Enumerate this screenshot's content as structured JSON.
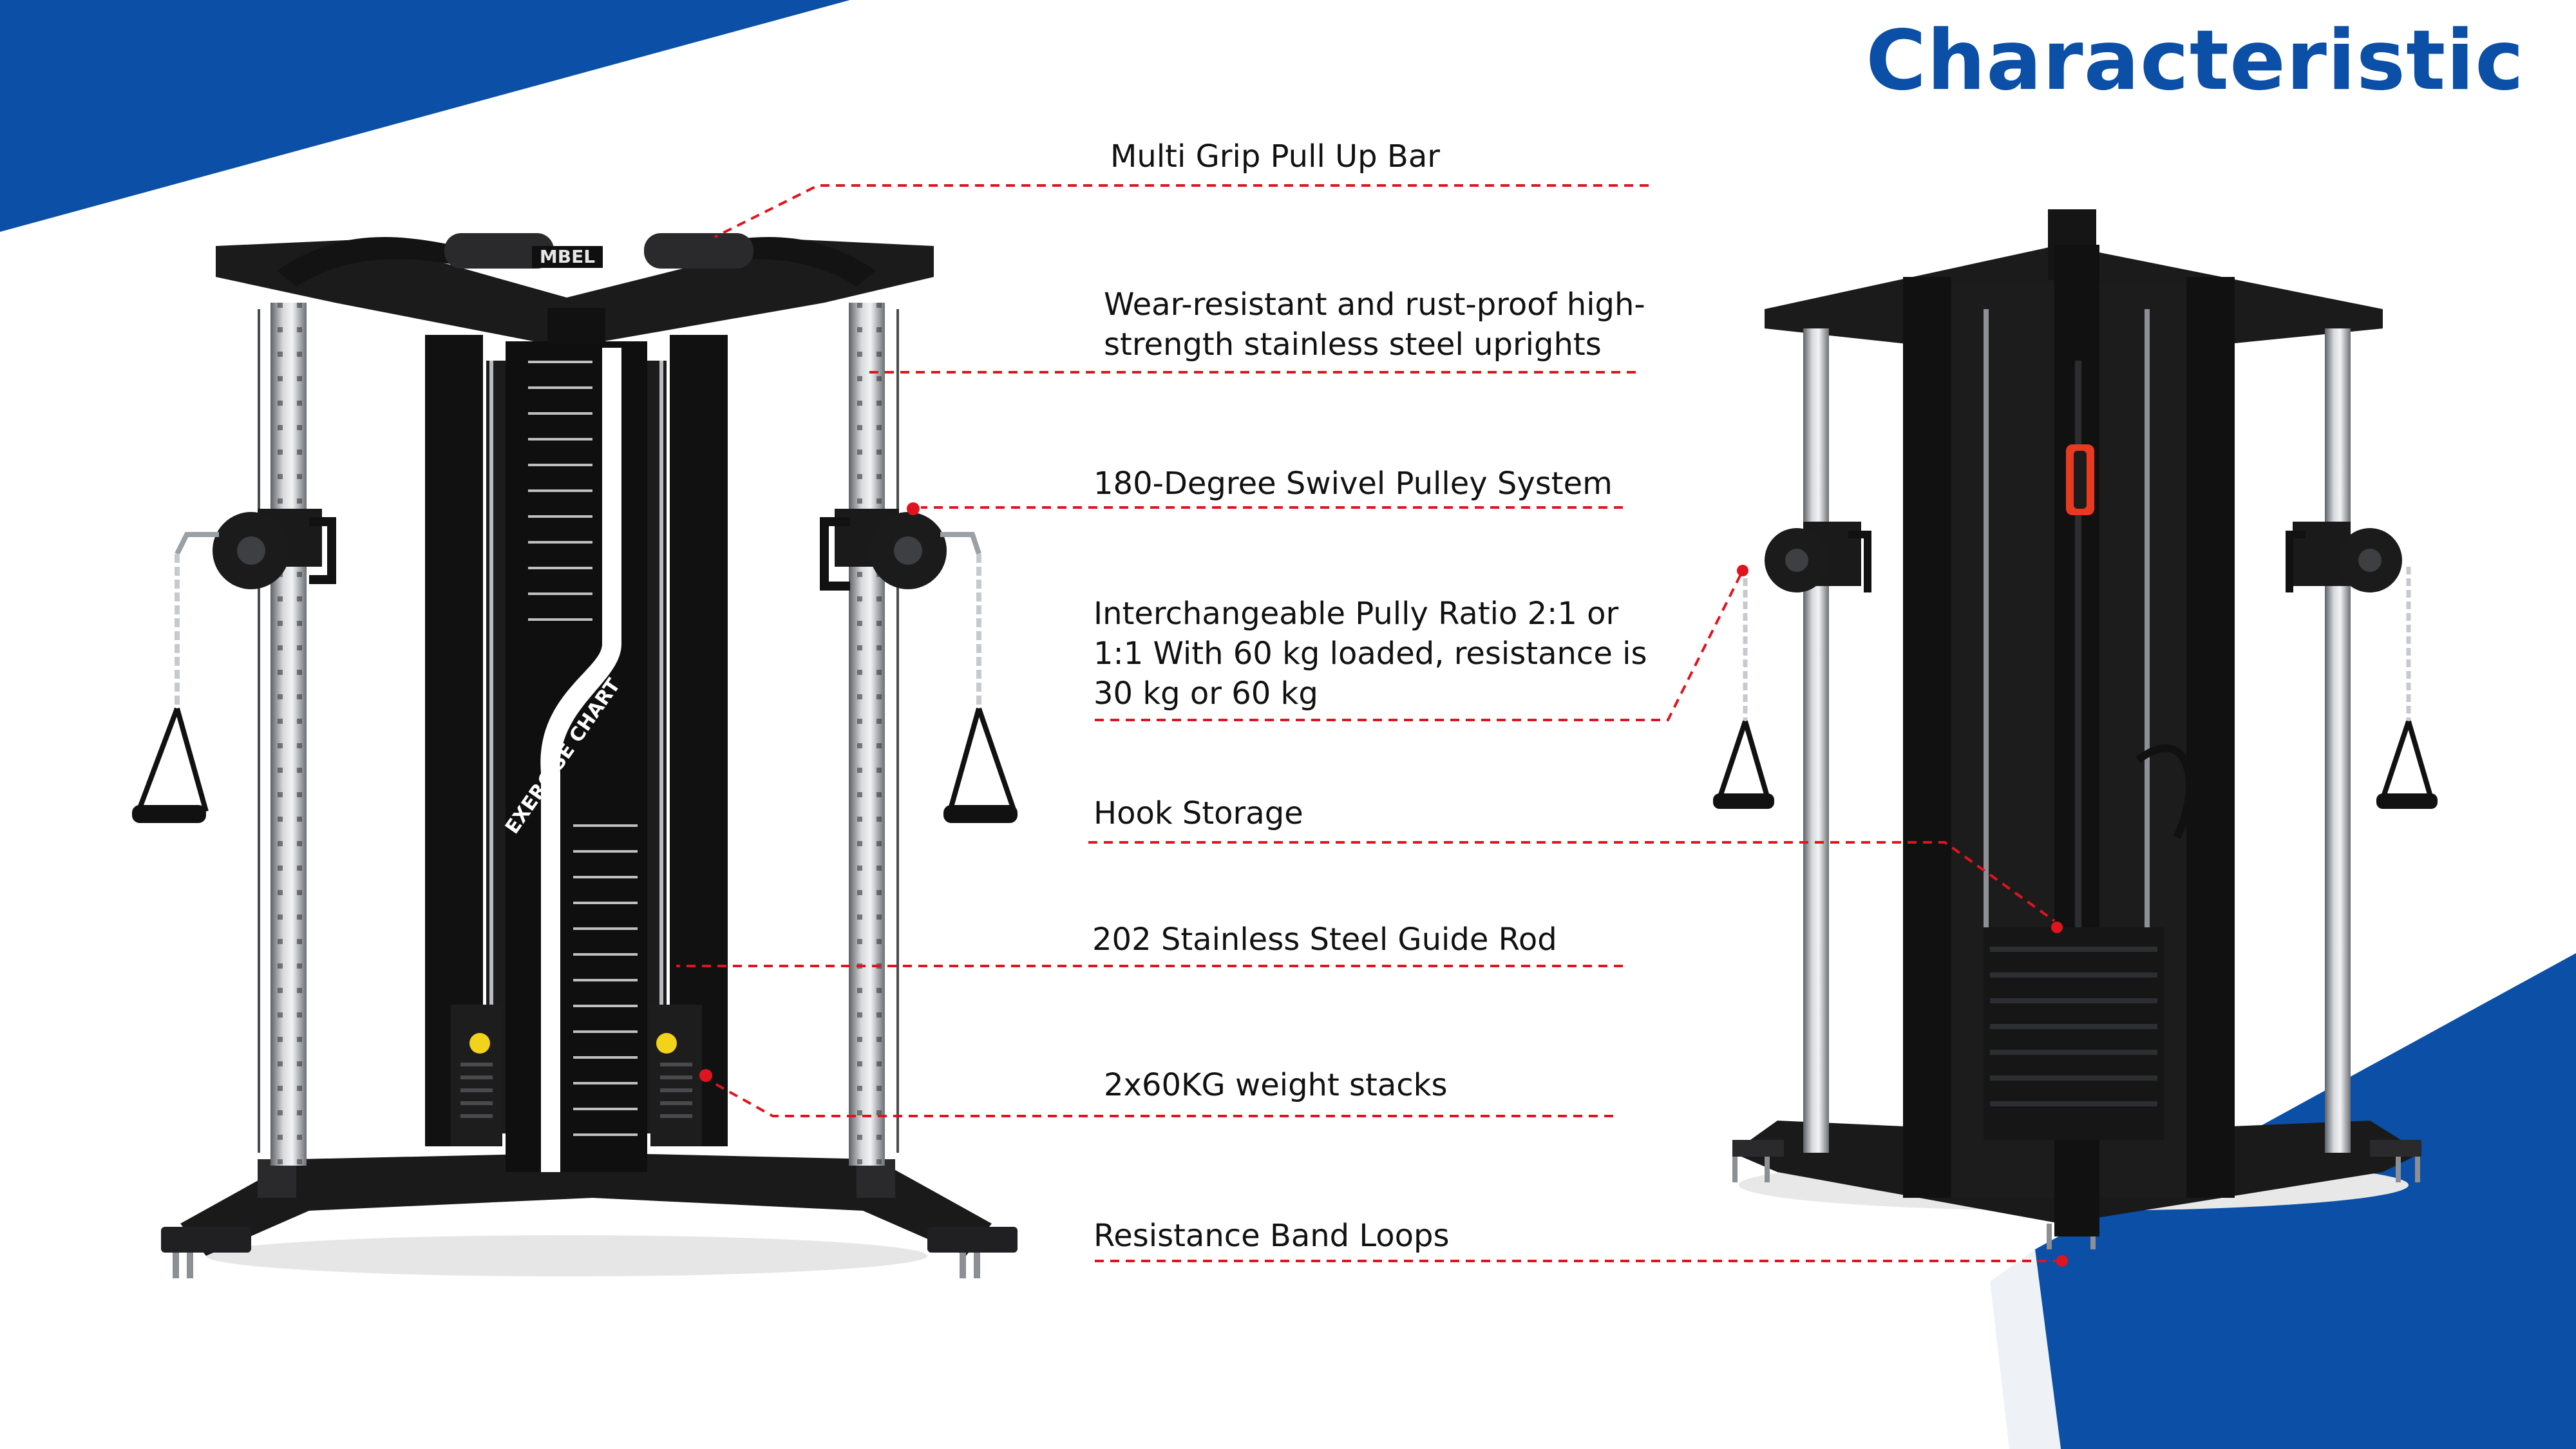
{
  "title": "Characteristic",
  "accent_color": "#0b4fa6",
  "leader_color": "#e0141e",
  "features": [
    {
      "text": "Multi Grip Pull Up Bar"
    },
    {
      "text": "Wear-resistant and rust-proof high-strength stainless steel uprights"
    },
    {
      "text": "180-Degree Swivel Pulley System"
    },
    {
      "text": "Interchangeable Pully Ratio 2:1 or 1:1 With 60 kg loaded, resistance is 30 kg or 60 kg"
    },
    {
      "text": "Hook Storage"
    },
    {
      "text": "202 Stainless Steel Guide Rod"
    },
    {
      "text": "2x60KG weight stacks"
    },
    {
      "text": "Resistance Band Loops"
    }
  ],
  "brand_logo": "MBEL",
  "chart_label": "EXERCISE CHART"
}
